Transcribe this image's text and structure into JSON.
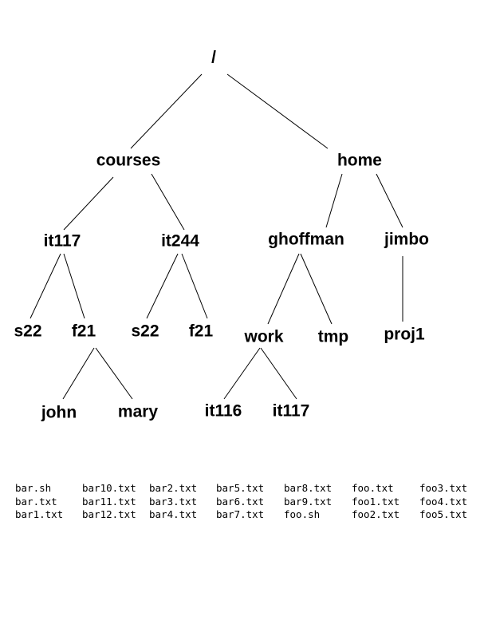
{
  "tree": {
    "nodes": {
      "root": "/",
      "courses": "courses",
      "home": "home",
      "c_it117": "it117",
      "c_it244": "it244",
      "ghoffman": "ghoffman",
      "jimbo": "jimbo",
      "it117_s22": "s22",
      "it117_f21": "f21",
      "it244_s22": "s22",
      "it244_f21": "f21",
      "work": "work",
      "tmp": "tmp",
      "proj1": "proj1",
      "john": "john",
      "mary": "mary",
      "work_it116": "it116",
      "work_it117": "it117"
    },
    "edges": [
      [
        "root",
        "courses"
      ],
      [
        "root",
        "home"
      ],
      [
        "courses",
        "c_it117"
      ],
      [
        "courses",
        "c_it244"
      ],
      [
        "home",
        "ghoffman"
      ],
      [
        "home",
        "jimbo"
      ],
      [
        "c_it117",
        "it117_s22"
      ],
      [
        "c_it117",
        "it117_f21"
      ],
      [
        "c_it244",
        "it244_s22"
      ],
      [
        "c_it244",
        "it244_f21"
      ],
      [
        "ghoffman",
        "work"
      ],
      [
        "ghoffman",
        "tmp"
      ],
      [
        "jimbo",
        "proj1"
      ],
      [
        "it117_f21",
        "john"
      ],
      [
        "it117_f21",
        "mary"
      ],
      [
        "work",
        "work_it116"
      ],
      [
        "work",
        "work_it117"
      ]
    ]
  },
  "listing": {
    "columns": [
      [
        "bar.sh",
        "bar.txt",
        "bar1.txt"
      ],
      [
        "bar10.txt",
        "bar11.txt",
        "bar12.txt"
      ],
      [
        "bar2.txt",
        "bar3.txt",
        "bar4.txt"
      ],
      [
        "bar5.txt",
        "bar6.txt",
        "bar7.txt"
      ],
      [
        "bar8.txt",
        "bar9.txt",
        "foo.sh"
      ],
      [
        "foo.txt",
        "foo1.txt",
        "foo2.txt"
      ],
      [
        "foo3.txt",
        "foo4.txt",
        "foo5.txt"
      ]
    ]
  }
}
